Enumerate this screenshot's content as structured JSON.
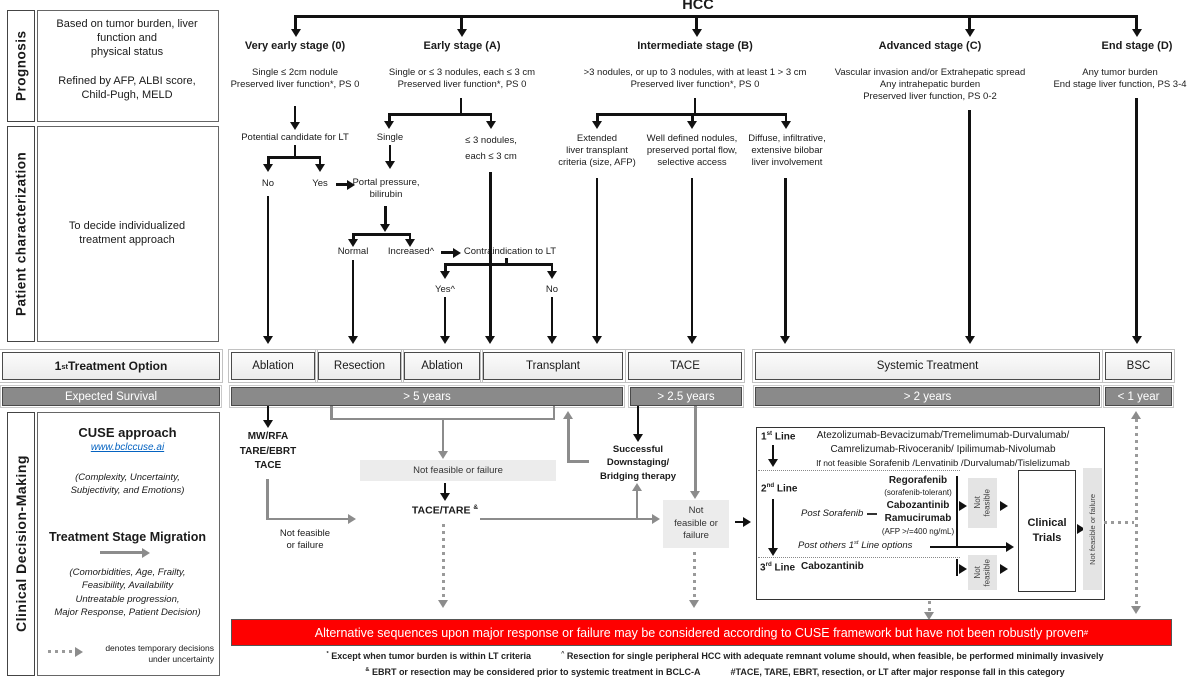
{
  "title": "HCC",
  "sidebar": {
    "prognosis_tab": "Prognosis",
    "prognosis_text1": "Based on tumor burden, liver\nfunction and\nphysical status",
    "prognosis_text2": "Refined by AFP, ALBI score,\nChild-Pugh, MELD",
    "patient_tab": "Patient characterization",
    "patient_text": "To decide individualized\ntreatment approach",
    "treatment_header_num": "1",
    "treatment_header_sup": "st",
    "treatment_header_rest": " Treatment Option",
    "survival_header": "Expected Survival",
    "cdm_tab": "Clinical Decision-Making",
    "cuse_title": "CUSE approach",
    "cuse_link": "www.bclccuse.ai",
    "cuse_sub": "(Complexity, Uncertainty,\nSubjectivity, and Emotions)",
    "tsm_title": "Treatment Stage Migration",
    "tsm_sub": "(Comorbidities, Age, Frailty,\nFeasibility, Availability\nUntreatable progression,\nMajor Response, Patient Decision)",
    "legend_text": "denotes temporary  decisions\nunder uncertainty"
  },
  "stages": {
    "s0": {
      "title": "Very early stage (0)",
      "desc": "Single ≤ 2cm nodule\nPreserved liver function*, PS 0"
    },
    "sa": {
      "title": "Early stage (A)",
      "desc": "Single or ≤ 3 nodules, each ≤ 3 cm\nPreserved liver function*, PS 0"
    },
    "sb": {
      "title": "Intermediate  stage (B)",
      "desc": ">3 nodules, or up to 3 nodules, with at least 1 > 3 cm\nPreserved liver function*, PS 0"
    },
    "sc": {
      "title": "Advanced  stage (C)",
      "desc": "Vascular invasion and/or Extrahepatic spread\nAny  intrahepatic burden\nPreserved liver function, PS 0-2"
    },
    "sd": {
      "title": "End stage (D)",
      "desc": "Any tumor burden\nEnd stage liver function, PS 3-4"
    }
  },
  "nodes": {
    "lt_candidate": "Potential candidate for LT",
    "no1": "No",
    "yes1": "Yes",
    "portal": "Portal pressure,\nbilirubin",
    "single": "Single",
    "nodules3": "≤ 3 nodules,\neach ≤ 3 cm",
    "normal": "Normal",
    "increased": "Increased^",
    "contraindication": "Contraindication to LT",
    "yes2": "Yes^",
    "no2": "No",
    "extended": "Extended\nliver transplant\ncriteria (size, AFP)",
    "well_defined": "Well defined nodules,\npreserved portal flow,\nselective access",
    "diffuse": "Diffuse, infiltrative,\nextensive bilobar\nliver involvement"
  },
  "treatments": {
    "ablation1": "Ablation",
    "resection": "Resection",
    "ablation2": "Ablation",
    "transplant": "Transplant",
    "tace": "TACE",
    "systemic": "Systemic Treatment",
    "bsc": "BSC"
  },
  "survival": {
    "s5": "> 5 years",
    "s25": "> 2.5 years",
    "s2": "> 2 years",
    "s1": "< 1 year"
  },
  "flow": {
    "mwrfa": "MW/RFA\nTARE/EBRT\nTACE",
    "nf_small": "Not  feasible\nor failure",
    "nf_box1": "Not  feasible or failure",
    "tace_tare": "TACE/TARE ",
    "tace_tare_sup": "&",
    "downstaging": "Successful\nDownstaging/\nBridging therapy",
    "nf_box2": "Not\nfeasible or\nfailure"
  },
  "systemic": {
    "line1_num": "1",
    "line1_sup": "st",
    "line1_rest": " Line",
    "line1_drugs1": "Atezolizumab-Bevacizumab/Tremelimumab-Durvalumab/",
    "line1_drugs2": "Camrelizumab-Rivoceranib/ Ipilimumab-Nivolumab",
    "line1_alt_prefix": "If not feasible ",
    "line1_alt": "Sorafenib /Lenvatinib /Durvalumab/Tislelizumab",
    "line2_num": "2",
    "line2_sup": "nd",
    "line2_rest": " Line",
    "post_sorafenib": "Post Sorafenib",
    "regorafenib": "Regorafenib",
    "regorafenib_note": "(sorafenib-tolerant)",
    "cabozantinib": "Cabozantinib",
    "ramucirumab": "Ramucirumab",
    "ramucirumab_note": "(AFP >/=400 ng/mL)",
    "not_feasible1": "Not\nfeasible",
    "post_others_pre": "Post others  1",
    "post_others_sup": "st",
    "post_others_rest": " Line options",
    "line3_num": "3",
    "line3_sup": "rd",
    "line3_rest": " Line",
    "cabozantinib3": "Cabozantinib",
    "not_feasible2": "Not\nfeasible",
    "clinical_trials": "Clinical\nTrials",
    "nf_failure_bar": "Not feasible or failure"
  },
  "banner": {
    "text": "Alternative sequences upon major response or failure  may be considered according to CUSE framework but have not been robustly proven",
    "sup": "#",
    "color": "#fe0000"
  },
  "footnotes": {
    "f1a_sup": "*",
    "f1a": " Except when tumor burden is within LT criteria",
    "f1b_sup": "^",
    "f1b": " Resection for single peripheral HCC with adequate remnant volume should, when feasible, be performed minimally invasively",
    "f2a_sup": "&",
    "f2a": " EBRT or resection may be considered prior to systemic treatment in BCLC-A",
    "f2b": "#TACE, TARE, EBRT, resection, or LT  after major response fall in this category"
  }
}
